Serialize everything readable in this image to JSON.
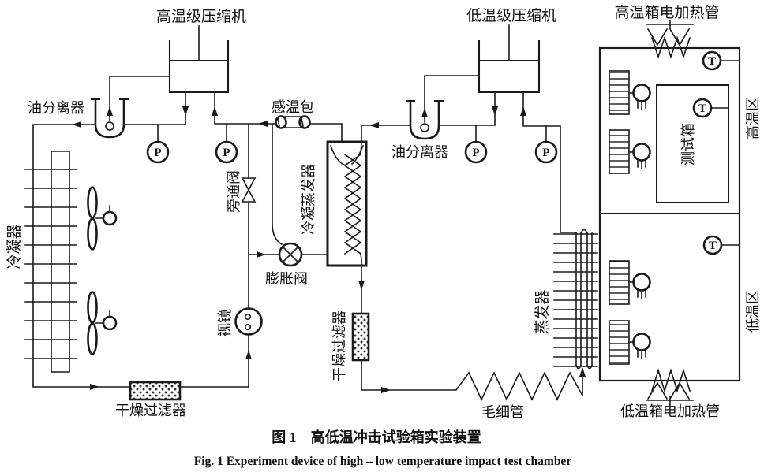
{
  "colors": {
    "ink": "#1a1a1a",
    "background": "#ffffff"
  },
  "figure": {
    "caption_cn": "图 1　高低温冲击试验箱实验装置",
    "caption_en": "Fig. 1   Experiment device of high – low temperature impact test chamber",
    "labels": {
      "ht_compressor": "高温级压缩机",
      "lt_compressor": "低温级压缩机",
      "ht_heater": "高温箱电加热管",
      "lt_heater": "低温箱电加热管",
      "oil_separator_left": "油分离器",
      "oil_separator_right": "油分离器",
      "condenser": "冷凝器",
      "sensing_bulb": "感温包",
      "bypass_valve": "旁通阀",
      "cascade_evaporator": "冷凝蒸发器",
      "expansion_valve": "膨胀阀",
      "sight_glass": "视镜",
      "drying_filter_main": "干燥过滤器",
      "drying_filter_low": "干燥过滤器",
      "capillary_tube": "毛细管",
      "evaporator": "蒸发器",
      "test_chamber": "测试箱",
      "high_temp_zone": "高温区",
      "low_temp_zone": "低温区",
      "pressure_gauge": "P",
      "temperature_sensor": "T"
    }
  }
}
